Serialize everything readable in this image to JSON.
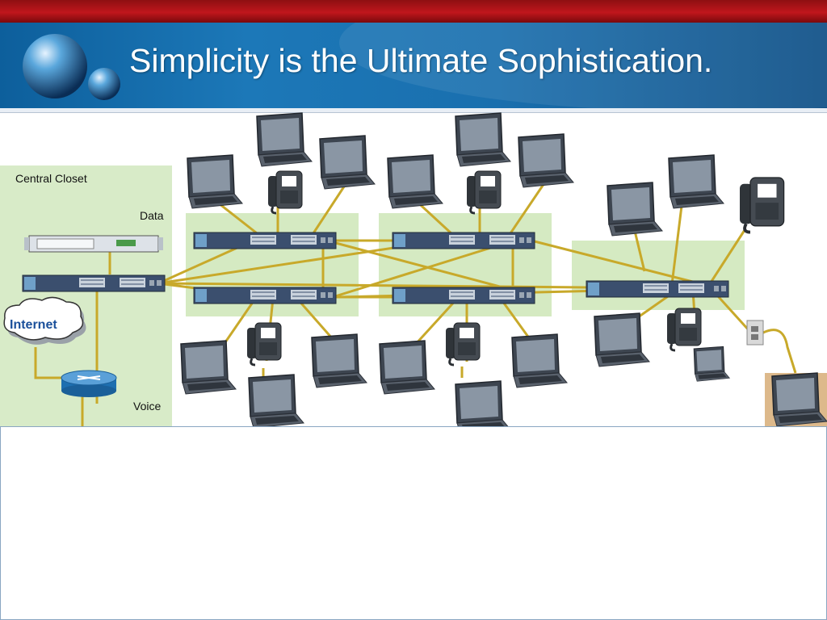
{
  "slide": {
    "title": "Simplicity is the Ultimate Sophistication."
  },
  "diagram": {
    "labels": {
      "central_closet": "Central Closet",
      "data": "Data",
      "voice": "Voice",
      "internet": "Internet"
    },
    "colors": {
      "cable": "#c8a92a",
      "zone_fill": "#d5eac2",
      "closet_fill": "#d8ebc8",
      "remote_fill": "#ddb98b",
      "header_blue": "#1c78b8",
      "top_red": "#b3151a"
    }
  }
}
